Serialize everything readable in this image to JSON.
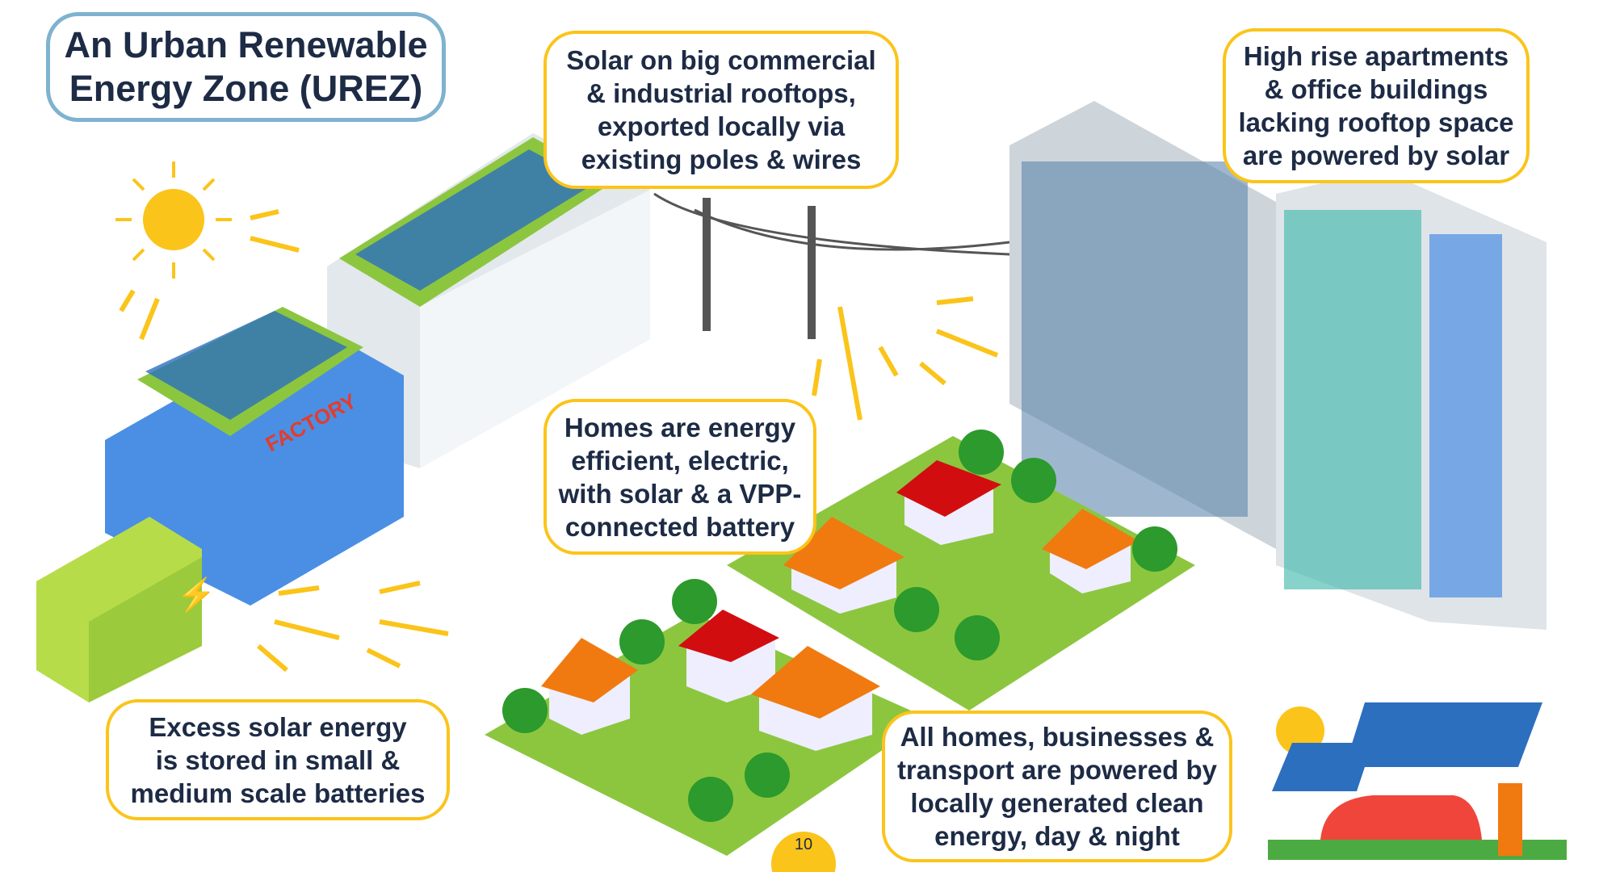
{
  "title": {
    "line1": "An Urban Renewable",
    "line2": "Energy Zone (UREZ)"
  },
  "callouts": {
    "commercial": [
      "Solar on big commercial",
      "& industrial rooftops,",
      "exported locally via",
      "existing poles & wires"
    ],
    "highrise": [
      "High rise apartments",
      "& office buildings",
      "lacking rooftop space",
      "are powered by solar"
    ],
    "homes": [
      "Homes are energy",
      "efficient, electric,",
      "with solar & a VPP-",
      "connected battery"
    ],
    "batteries": [
      "Excess solar energy",
      "is stored in small &",
      "medium scale batteries"
    ],
    "all": [
      "All homes, businesses &",
      "transport are powered by",
      "locally generated clean",
      "energy, day & night"
    ]
  },
  "factory_sign": "FACTORY",
  "page_number": "10",
  "colors": {
    "accent": "#fbc41a",
    "title_border": "#7fb2cf",
    "text": "#1d2b45"
  }
}
